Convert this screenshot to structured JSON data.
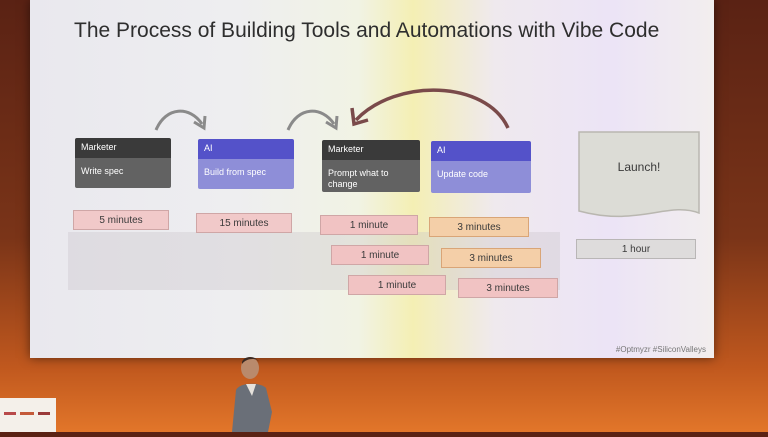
{
  "slide": {
    "title": "The Process of Building Tools and Automations with Vibe Code",
    "hashtags": "#Optmyzr #SiliconValleys"
  },
  "steps": [
    {
      "role": "Marketer",
      "action": "Write spec"
    },
    {
      "role": "AI",
      "action": "Build from spec"
    },
    {
      "role": "Marketer",
      "action": "Prompt what to change"
    },
    {
      "role": "AI",
      "action": "Update code"
    }
  ],
  "launch": {
    "label": "Launch!",
    "time": "1 hour"
  },
  "times": {
    "write_spec": "5 minutes",
    "build": "15 minutes",
    "prompt_rows": [
      "1 minute",
      "1 minute",
      "1 minute"
    ],
    "update_rows": [
      "3 minutes",
      "3 minutes",
      "3 minutes"
    ]
  },
  "colors": {
    "marketer_head": "#3a3a3a",
    "marketer_body": "#626262",
    "ai_head": "#5452c9",
    "ai_body": "#8e8ed8",
    "arrow": "#8a8a8a"
  }
}
